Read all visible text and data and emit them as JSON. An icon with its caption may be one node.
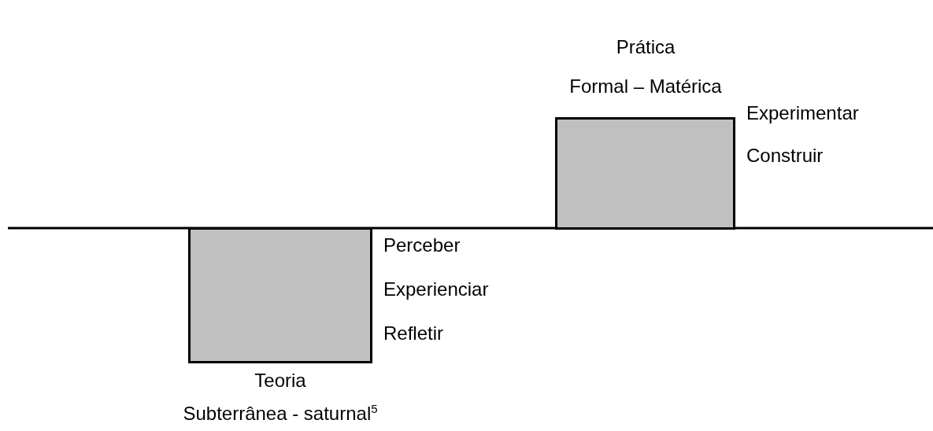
{
  "diagram": {
    "nodes": [
      {
        "text": [
          "Prática",
          "Formal – Matérica"
        ],
        "beside": [
          "Experimentar",
          "Construir"
        ]
      },
      {
        "text": [
          "Teoria",
          "Subterrânea - saturnal$^{5}$"
        ],
        "beside": [
          "Perceber",
          "Experienciar",
          "Refletir"
        ]
      }
    ],
    "edges": []
  }
}
